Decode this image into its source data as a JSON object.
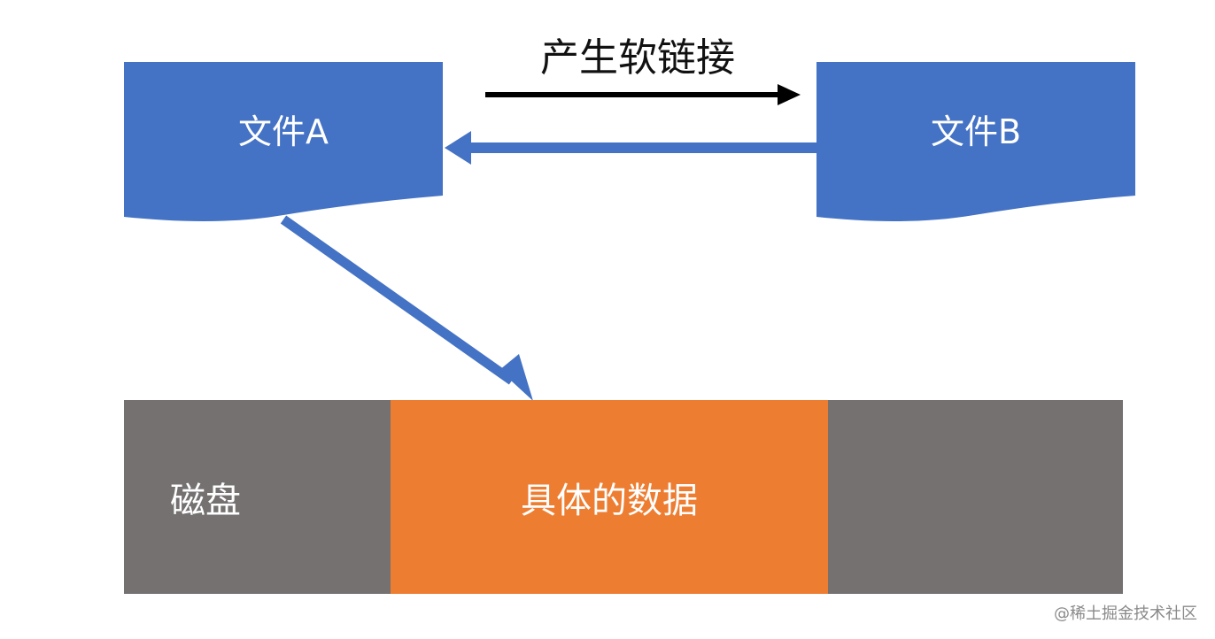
{
  "diagram": {
    "file_a_label": "文件A",
    "file_b_label": "文件B",
    "link_label": "产生软链接",
    "disk_label": "磁盘",
    "data_label": "具体的数据",
    "watermark": "@稀土掘金技术社区"
  },
  "colors": {
    "document_fill": "#4472C4",
    "link_arrow": "#000000",
    "pointer_arrow": "#4472C4",
    "disk_fill": "#757171",
    "data_fill": "#ED7D31"
  }
}
